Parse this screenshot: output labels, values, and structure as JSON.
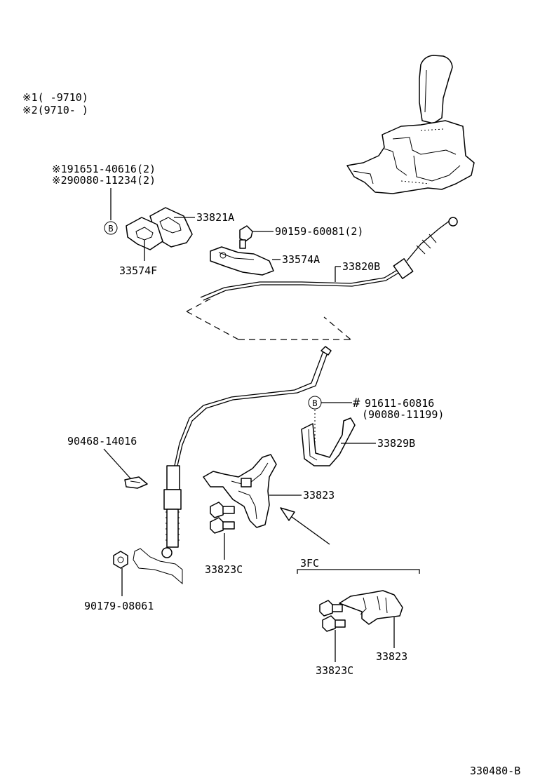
{
  "notes": {
    "n1": "※1(      -9710)",
    "n2": "※2(9710-       )",
    "alt1": "※191651-40616(2)",
    "alt2": "※290080-11234(2)"
  },
  "labels": {
    "p33821A": "33821A",
    "p33574F": "33574F",
    "p90159": "90159-60081(2)",
    "p33574A": "33574A",
    "p33820B": "33820B",
    "p91611": "91611-60816",
    "p90080": "(90080-11199)",
    "p33829B": "33829B",
    "p90468": "90468-14016",
    "p33823": "33823",
    "p33823C": "33823C",
    "p90179": "90179-08061",
    "group3FC": "3FC",
    "p33823b": "33823",
    "p33823Cb": "33823C",
    "refB1": "B",
    "refB2": "B",
    "hashMark": "#"
  },
  "figure_id": "330480-B"
}
